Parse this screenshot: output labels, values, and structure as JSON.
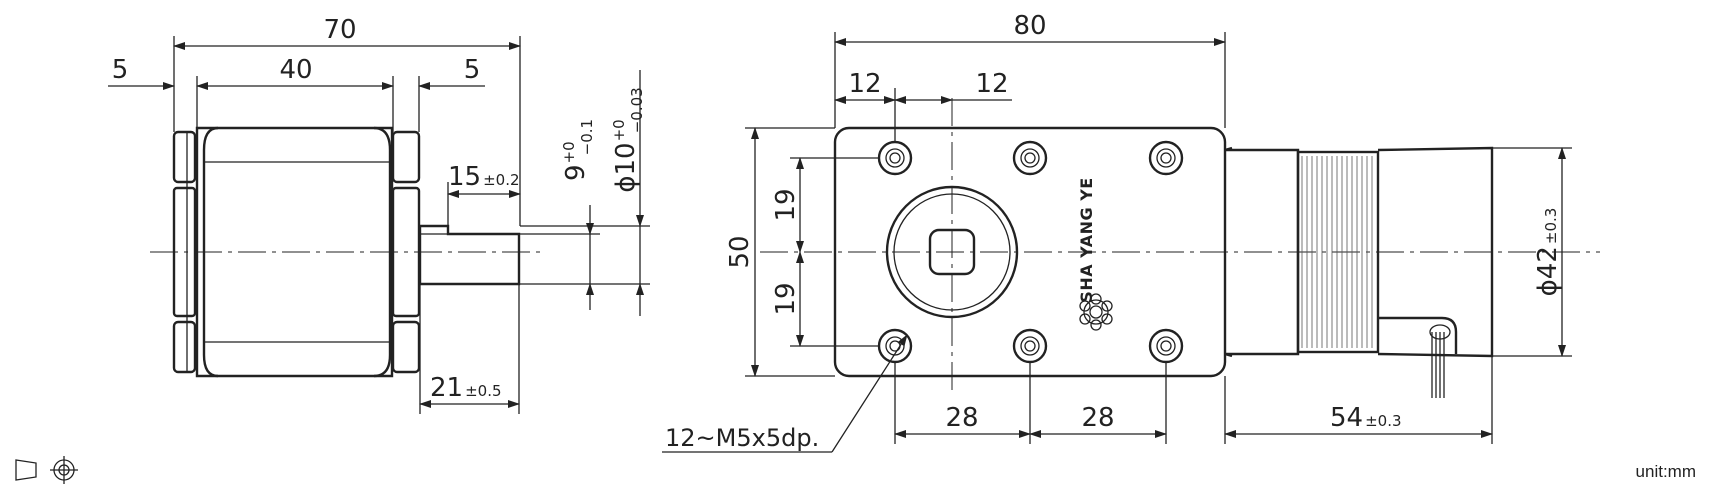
{
  "side_view": {
    "overall_length": "70",
    "left_flange": "5",
    "body_length": "40",
    "right_flange": "5",
    "shaft_flat": "15",
    "shaft_flat_tol": "±0.2",
    "shaft_flat_height": "9",
    "shaft_flat_height_tol_upper": "+0",
    "shaft_flat_height_tol_lower": "−0.1",
    "shaft_dia_prefix": "ϕ10",
    "shaft_dia_tol_upper": "+0",
    "shaft_dia_tol_lower": "−0.03",
    "shaft_length": "21",
    "shaft_length_tol": "±0.5"
  },
  "front_view": {
    "width": "80",
    "hole_offset_left": "12",
    "hole_offset_right": "12",
    "height": "50",
    "hole_upper": "19",
    "hole_lower": "19",
    "hole_pitch_1": "28",
    "hole_pitch_2": "28",
    "motor_length": "54",
    "motor_length_tol": "±0.3",
    "motor_dia": "ϕ42",
    "motor_dia_tol": "±0.3",
    "thread_note": "12~M5x5dp.",
    "brand": "SHA YANG YE"
  },
  "unit_label": "unit:mm"
}
